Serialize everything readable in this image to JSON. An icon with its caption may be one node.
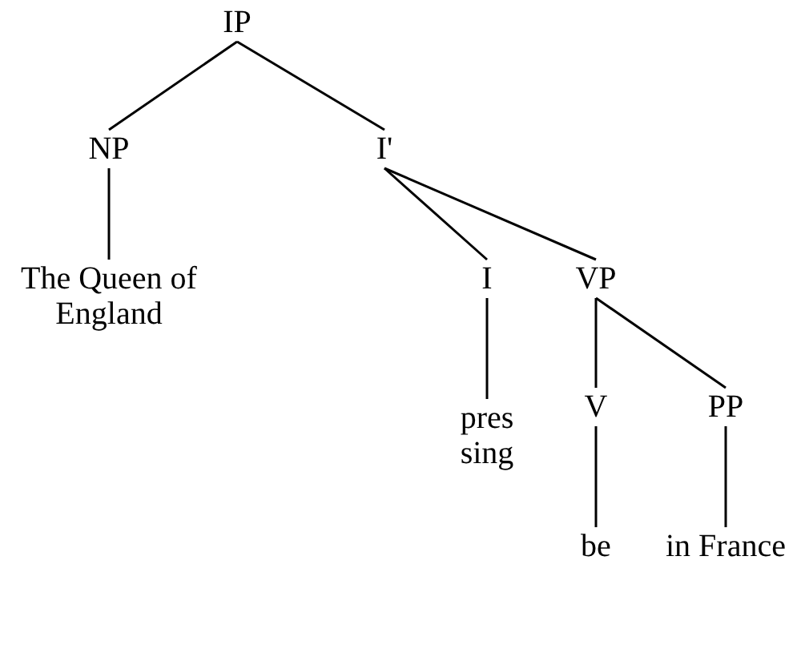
{
  "diagram": {
    "nodes": [
      {
        "text": [
          "IP"
        ]
      },
      {
        "text": [
          "NP"
        ]
      },
      {
        "text": [
          "I'"
        ]
      },
      {
        "text": [
          "The Queen of England"
        ]
      },
      {
        "text": [
          "I"
        ]
      },
      {
        "text": [
          "VP"
        ]
      },
      {
        "text": [
          "pres sing"
        ]
      },
      {
        "text": [
          "V"
        ]
      },
      {
        "text": [
          "PP"
        ]
      },
      {
        "text": [
          "be"
        ]
      },
      {
        "text": [
          "in France"
        ]
      }
    ],
    "edges": [
      {
        "from": 0,
        "to": 1,
        "arrow": "none"
      },
      {
        "from": 0,
        "to": 2,
        "arrow": "none"
      },
      {
        "from": 1,
        "to": 3,
        "arrow": "none"
      },
      {
        "from": 2,
        "to": 4,
        "arrow": "none"
      },
      {
        "from": 2,
        "to": 5,
        "arrow": "none"
      },
      {
        "from": 4,
        "to": 6,
        "arrow": "none"
      },
      {
        "from": 5,
        "to": 7,
        "arrow": "none"
      },
      {
        "from": 5,
        "to": 8,
        "arrow": "none"
      },
      {
        "from": 7,
        "to": 9,
        "arrow": "none"
      },
      {
        "from": 8,
        "to": 10,
        "arrow": "none"
      }
    ]
  }
}
